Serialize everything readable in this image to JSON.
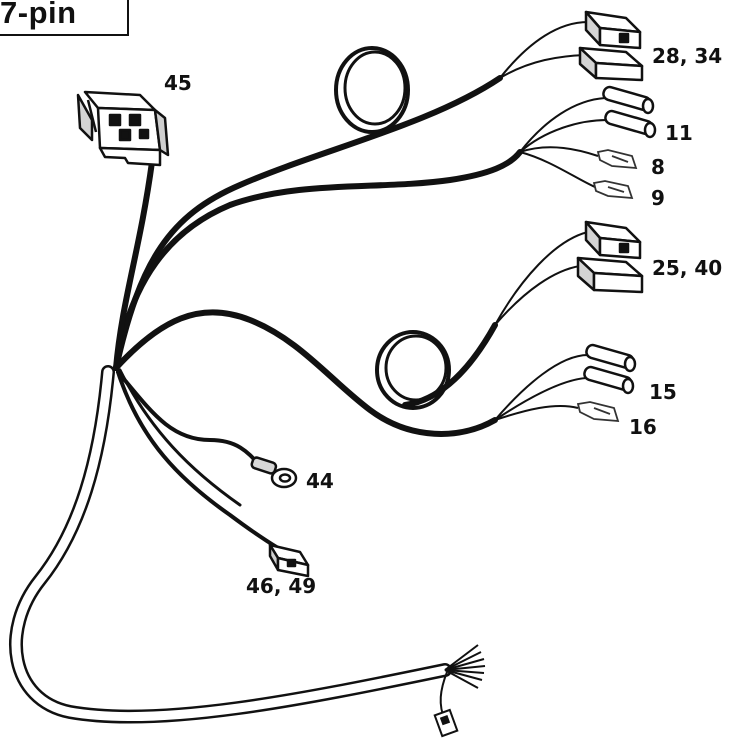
{
  "title": "7-pin",
  "callouts": {
    "relay": "45",
    "conn_top": "28, 34",
    "fuse_top": "11",
    "tab_8": "8",
    "tab_9": "9",
    "conn_mid": "25, 40",
    "fuse_bottom": "15",
    "tab_16": "16",
    "ring": "44",
    "plug": "46, 49"
  },
  "colors": {
    "ink": "#111111",
    "paper": "#ffffff",
    "part_fill": "#ffffff",
    "part_shade": "#cfcfcf"
  }
}
